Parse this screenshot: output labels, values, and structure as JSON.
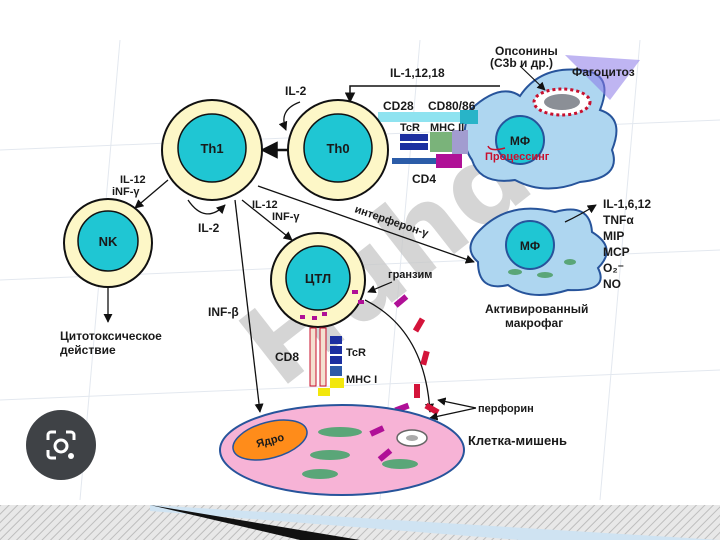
{
  "colors": {
    "cell_fill": "#fdf7c7",
    "nucleus_fill": "#1fc6d3",
    "macrophage_fill": "#aed6f0",
    "target_fill": "#f7b3d6",
    "target_nucleus": "#ff8c1a",
    "organelle": "#5aa678",
    "granule": "#b01097",
    "perforin": "#d4143a",
    "receptor_blue": "#1c2fa0",
    "watermark": "#c0c0c0"
  },
  "cells": {
    "th1": "Th1",
    "th0": "Th0",
    "nk": "NK",
    "ctl": "ЦТЛ",
    "mf_top": "МФ",
    "mf_activated": "МФ",
    "nucleus": "Ядро"
  },
  "labels": {
    "opsonins_line1": "Опсонины",
    "opsonins_line2": "(С3b и др.)",
    "phagocytosis": "Фагоцитоз",
    "il_1_12_18": "IL-1,12,18",
    "il2_top": "IL-2",
    "cd28": "CD28",
    "cd80_86": "CD80/86",
    "tcr_top": "TcR",
    "mhc2": "MHC II",
    "cd4": "CD4",
    "processing": "Процессинг",
    "il12_left": "IL-12",
    "inf_gamma_left": "iNF-γ",
    "il12_mid": "IL-12",
    "inf_gamma_mid": "INF-γ",
    "il2_mid": "IL-2",
    "interferon": "интерферон-γ",
    "mf_products": [
      "IL-1,6,12",
      "TNFα",
      "MIP",
      "MCP",
      "O₂⁻",
      "NO"
    ],
    "activated_line1": "Активированный",
    "activated_line2": "макрофаг",
    "granzyme": "гранзим",
    "inf_beta": "INF-β",
    "cytotoxic_line1": "Цитотоксическое",
    "cytotoxic_line2": "действие",
    "cd8": "CD8",
    "tcr_bottom": "TcR",
    "mhc1": "MHC I",
    "perforin": "перфорин",
    "target_cell": "Клетка-мишень"
  },
  "watermark": "Huhd",
  "icons": {
    "lens": "google-lens-icon"
  }
}
